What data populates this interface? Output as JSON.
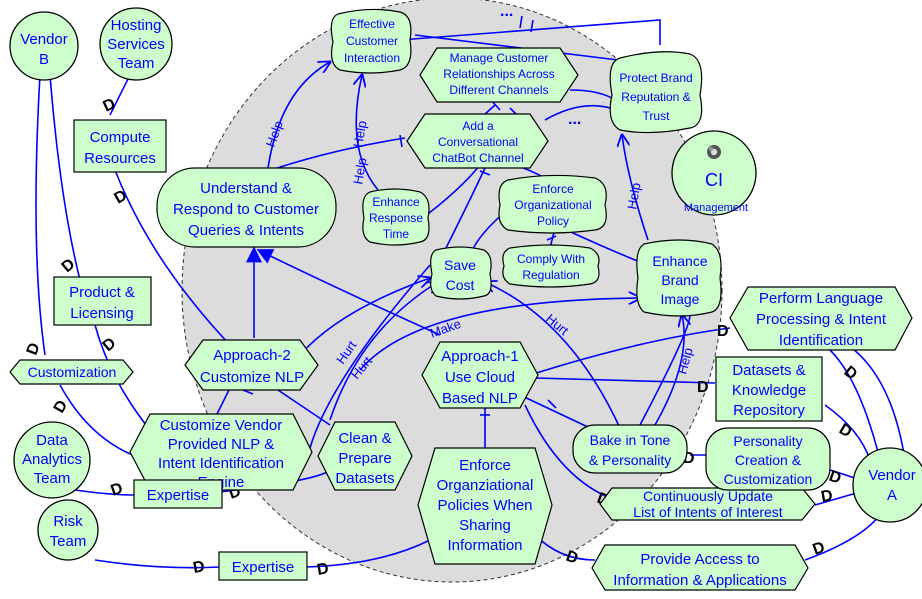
{
  "actors": {
    "vendor_b": [
      "Vendor",
      "B"
    ],
    "hosting": [
      "Hosting",
      "Services",
      "Team"
    ],
    "data_analytics": [
      "Data",
      "Analytics",
      "Team"
    ],
    "risk": [
      "Risk",
      "Team"
    ],
    "vendor_a": [
      "Vendor",
      "A"
    ],
    "ci_management": [
      "CI",
      "Management"
    ]
  },
  "goals": {
    "understand": [
      "Understand &",
      "Respond to Customer",
      "Queries & Intents"
    ],
    "bake_in": [
      "Bake in Tone",
      "& Personality"
    ]
  },
  "softgoals": {
    "effective": [
      "Effective",
      "Customer",
      "Interaction"
    ],
    "protect": [
      "Protect Brand",
      "Reputation &",
      "Trust"
    ],
    "enhance_response": [
      "Enhance",
      "Response",
      "Time"
    ],
    "enforce_org": [
      "Enforce",
      "Organizational",
      "Policy"
    ],
    "comply": [
      "Comply With",
      "Regulation"
    ],
    "save_cost": [
      "Save",
      "Cost"
    ],
    "enhance_brand": [
      "Enhance",
      "Brand",
      "Image"
    ]
  },
  "tasks": {
    "manage_crm": [
      "Manage Customer",
      "Relationships Across",
      "Different Channels"
    ],
    "add_chatbot": [
      "Add a",
      "Conversational",
      "ChatBot Channel"
    ],
    "approach2": [
      "Approach-2",
      "Customize NLP"
    ],
    "approach1": [
      "Approach-1",
      "Use Cloud",
      "Based NLP"
    ],
    "customize_vendor": [
      "Customize Vendor",
      "Provided NLP &",
      "Intent Identification",
      "Engine"
    ],
    "clean_prepare": [
      "Clean &",
      "Prepare",
      "Datasets"
    ],
    "enforce_sharing": [
      "Enforce",
      "Organziational",
      "Policies When",
      "Sharing",
      "Information"
    ],
    "perform_lang": [
      "Perform Language",
      "Processing & Intent",
      "Identification"
    ],
    "continuously": [
      "Continuously Update",
      "List of Intents of Interest"
    ],
    "provide_access": [
      "Provide Access to",
      "Information & Applications"
    ],
    "customization": [
      "Customization"
    ]
  },
  "resources": {
    "compute": [
      "Compute",
      "Resources"
    ],
    "product": [
      "Product &",
      "Licensing"
    ],
    "expertise1": [
      "Expertise"
    ],
    "expertise2": [
      "Expertise"
    ],
    "datasets_kr": [
      "Datasets &",
      "Knowledge",
      "Repository"
    ],
    "personality": [
      "Personality",
      "Creation &",
      "Customization"
    ]
  },
  "link_labels": {
    "help": "Help",
    "hurt": "Hurt",
    "make": "Make",
    "dependency": "D",
    "ellipsis": "..."
  },
  "colors": {
    "element_fill": "#ccffcc",
    "text": "#0000ff",
    "link": "#0000ff",
    "boundary_fill": "#dcdcdc"
  }
}
